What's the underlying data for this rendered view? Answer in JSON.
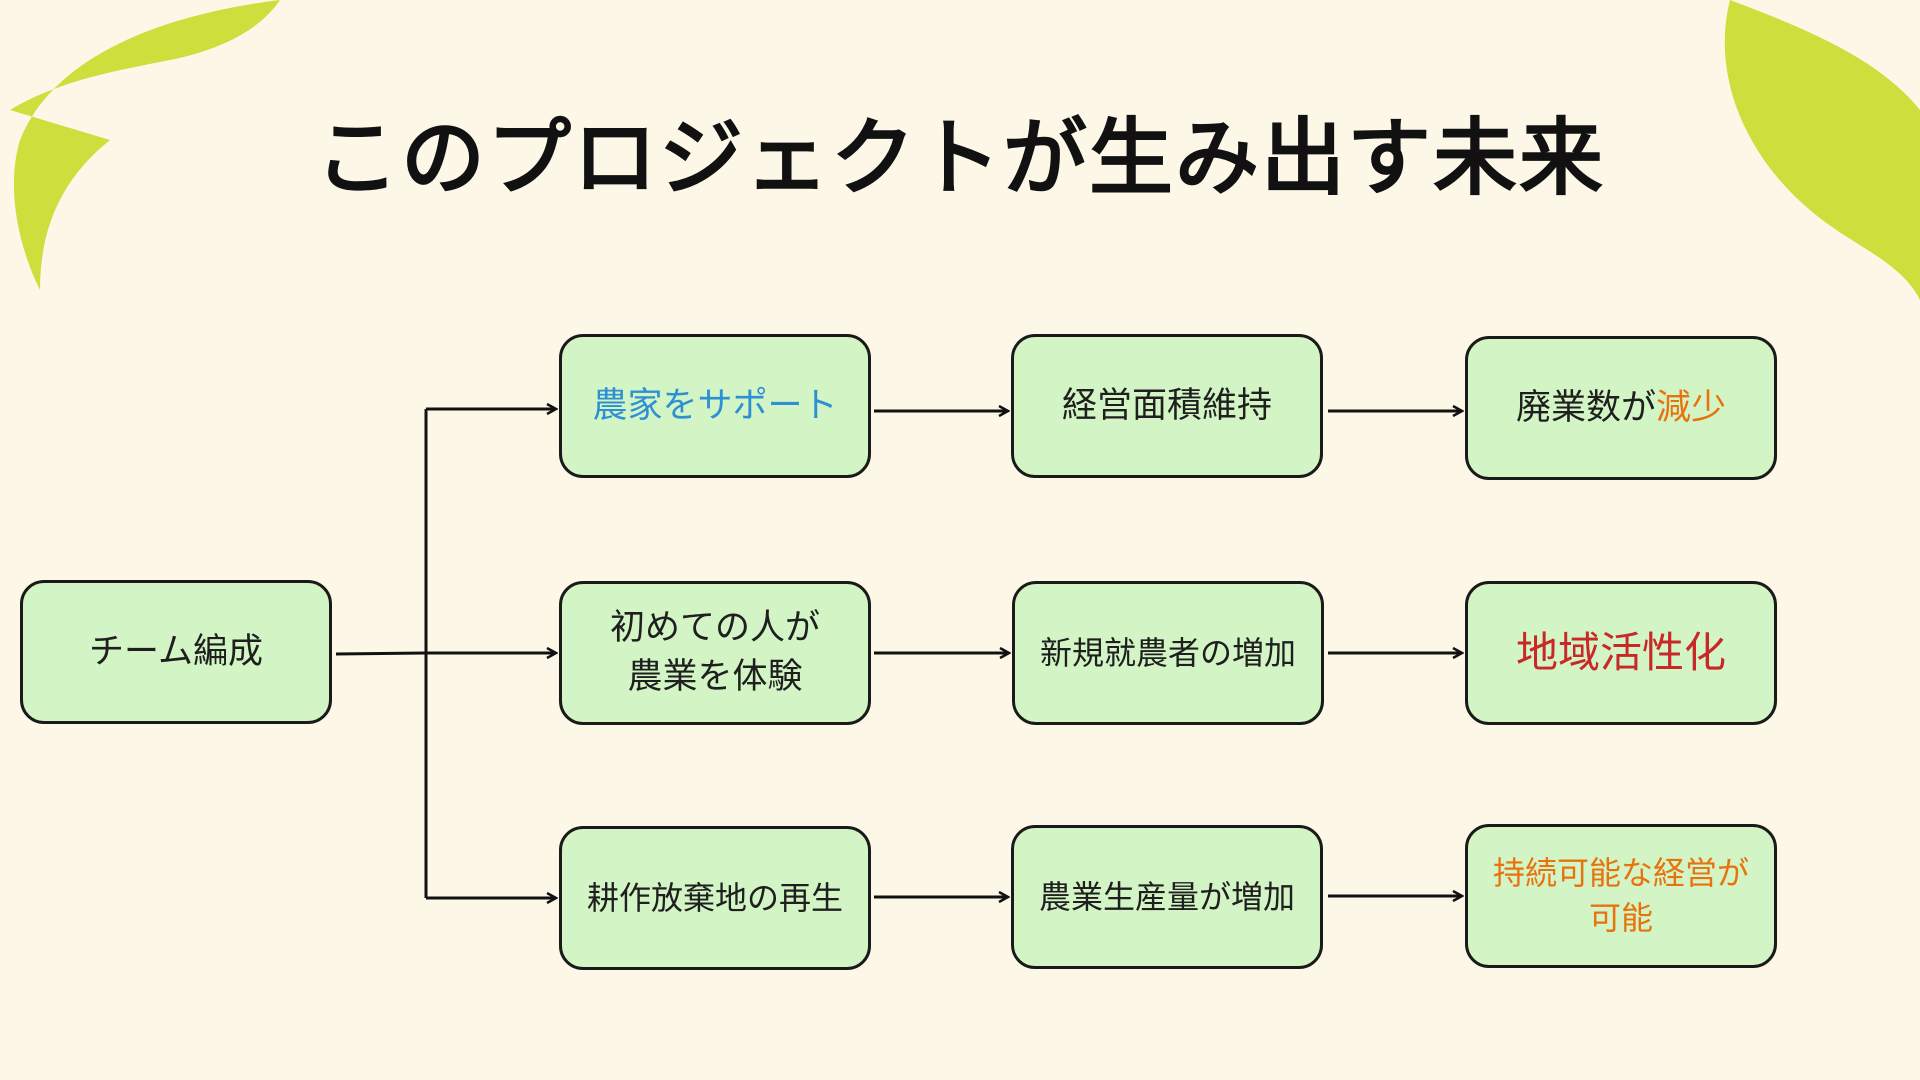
{
  "title": "このプロジェクトが生み出す未来",
  "nodes": {
    "team": "チーム編成",
    "support_farmers": "農家をサポート",
    "first_experience_line1": "初めての人が",
    "first_experience_line2": "農業を体験",
    "abandoned_land": "耕作放棄地の再生",
    "maintain_area": "経営面積維持",
    "new_farmers": "新規就農者の増加",
    "production_increase": "農業生産量が増加",
    "closures_prefix": "廃業数が",
    "closures_highlight": "減少",
    "regional_revitalization": "地域活性化",
    "sustainable_line1": "持続可能な経営が",
    "sustainable_line2": "可能"
  },
  "colors": {
    "background": "#fdf7e8",
    "node_fill": "#d3f5c5",
    "leaf": "#cddf3d",
    "highlight_blue": "#2d8fd4",
    "highlight_orange": "#e8720e",
    "highlight_red": "#c82828"
  }
}
